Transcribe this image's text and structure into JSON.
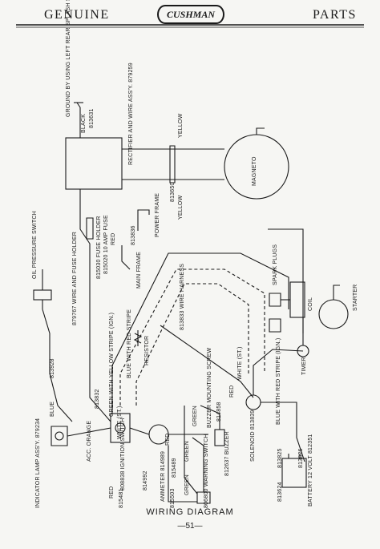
{
  "header": {
    "left_text": "GENUINE",
    "logo_text": "CUSHMAN",
    "right_text": "PARTS"
  },
  "diagram": {
    "labels": {
      "ground": "GROUND BY USING LEFT REAR SPLASH SHIELD MTG. BRACKET SCREW",
      "black": "BLACK",
      "part_813631": "813631",
      "rectifier": "RECTIFIER AND WIRE ASS'Y. 879259",
      "yellow_top": "YELLOW",
      "yellow_bottom": "YELLOW",
      "part_813650": "813650",
      "magneto": "MAGNETO",
      "part_813836": "813836",
      "power_frame": "POWER FRAME",
      "fuse_holder": "879767 WIRE AND FUSE HOLDER",
      "fuse_holder_part": "815030 FUSE HOLDER",
      "fuse": "815020 10 AMP FUSE",
      "red_fuse": "RED",
      "main_frame": "MAIN FRAME",
      "oil_pressure": "OIL PRESSURE SWITCH",
      "spark_plugs": "SPARK PLUGS",
      "coil": "COIL",
      "starter": "STARTER",
      "wire_harness": "813833 WIRE HARNESS",
      "resistor": "RESISTOR",
      "blue_red_stripe": "BLUE WITH RED STRIPE",
      "green_yellow_stripe": "GREEN WITH YELLOW STRIPE (IGN.)",
      "part_813832": "813832",
      "white_st": "WHITE (ST.)",
      "white_st_2": "WHITE (ST.)",
      "part_813928": "813928",
      "blue": "BLUE",
      "timer": "TIMER",
      "red_mid": "RED",
      "blue_red_ign": "BLUE WITH RED STRIPE (IGN.)",
      "green_top": "GREEN",
      "buzzer_screw": "BUZZER MOUNTING SCREW",
      "part_814858": "814858",
      "solenoid": "SOLENOID 813839",
      "buzzer": "812637 BUZZER",
      "red_lower": "RED",
      "acc": "ACC. ORANGE",
      "part_813825": "813825",
      "part_813826": "813826",
      "ignition_switch": "808838 IGNITION SWITCH",
      "red_switch": "RED",
      "part_814992": "814992",
      "ammeter": "AMMETER 814989",
      "part_815489": "815489",
      "green_mid": "GREEN",
      "warning_switch": "806800 WARNING SWITCH",
      "battery": "BATTERY 12 VOLT 812351",
      "part_815481": "815481",
      "part_815503": "815503",
      "green_low": "GREEN",
      "part_813624": "813624",
      "indicator_lamp": "INDICATOR LAMP ASS'Y. 879234"
    }
  },
  "footer": {
    "title": "WIRING DIAGRAM",
    "page": "—51—"
  }
}
